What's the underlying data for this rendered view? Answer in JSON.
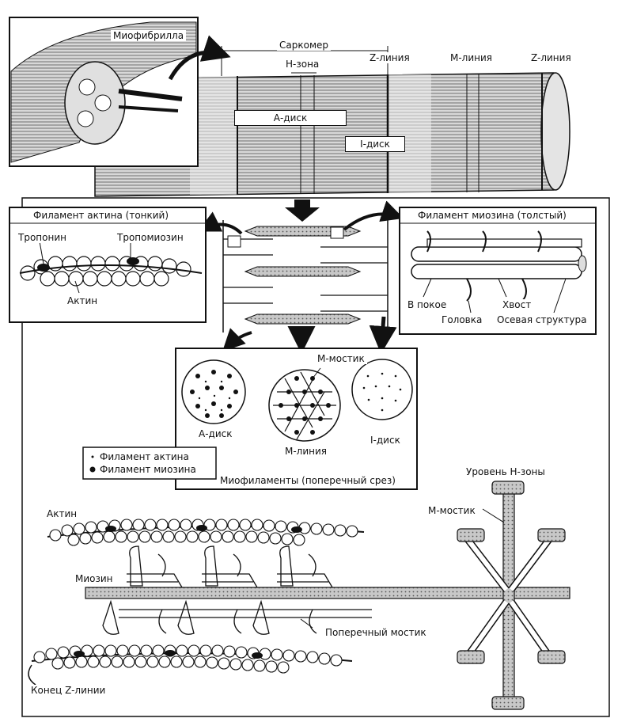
{
  "myofibril": {
    "label": "Миофибрилла",
    "sarcomere": "Саркомер",
    "h_zone": "Н-зона",
    "z_line_1": "Z-линия",
    "m_line": "М-линия",
    "z_line_2": "Z-линия",
    "a_band": "А-диск",
    "i_band": "I-диск"
  },
  "actin_panel": {
    "title": "Филамент актина (тонкий)",
    "troponin": "Тропонин",
    "tropomyosin": "Тропомиозин",
    "actin": "Актин"
  },
  "myosin_panel": {
    "title": "Филамент миозина (толстый)",
    "at_rest": "В покое",
    "tail": "Хвост",
    "head": "Головка",
    "axial": "Осевая структура"
  },
  "cross_section": {
    "m_bridge": "М-мостик",
    "a_band": "А-диск",
    "m_line": "М-линия",
    "i_band": "I-диск",
    "legend_actin": "Филамент актина",
    "legend_myosin": "Филамент миозина",
    "caption": "Миофиламенты (поперечный срез)"
  },
  "bottom": {
    "actin_top": "Актин",
    "myosin": "Миозин",
    "cross_bridge": "Поперечный мостик",
    "z_end": "Конец Z-линии",
    "h_zone_level": "Уровень Н-зоны",
    "m_bridge": "М-мостик"
  },
  "colors": {
    "ink": "#111111",
    "fill_gray": "#bdbdbd",
    "fill_light": "#e6e6e6",
    "bg": "#ffffff"
  }
}
